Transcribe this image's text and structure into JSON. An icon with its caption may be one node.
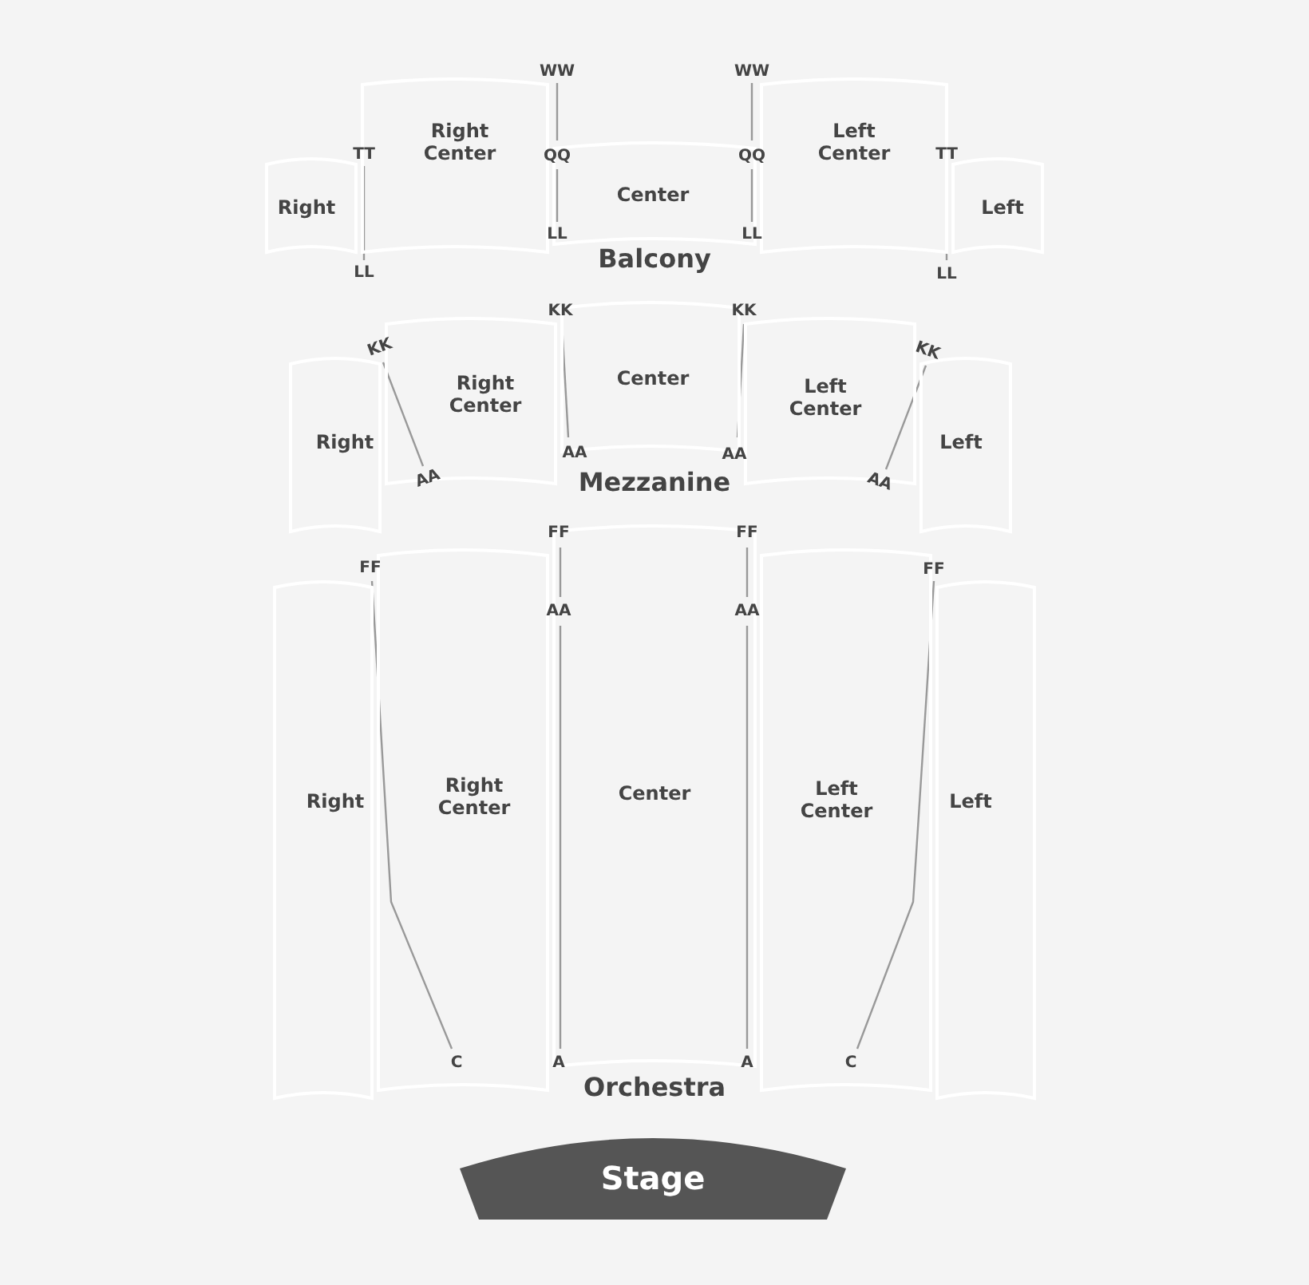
{
  "diagram": {
    "nodes": [
      {
        "text": [
          "Right"
        ]
      },
      {
        "text": [
          "Right Center"
        ]
      },
      {
        "text": [
          "Center"
        ]
      },
      {
        "text": [
          "Left Center"
        ]
      },
      {
        "text": [
          "Left"
        ]
      },
      {
        "text": [
          "Right"
        ]
      },
      {
        "text": [
          "Right Center"
        ]
      },
      {
        "text": [
          "Center"
        ]
      },
      {
        "text": [
          "Left Center"
        ]
      },
      {
        "text": [
          "Left"
        ]
      },
      {
        "text": [
          "Right"
        ]
      },
      {
        "text": [
          "Right Center"
        ]
      },
      {
        "text": [
          "Center"
        ]
      },
      {
        "text": [
          "Left Center"
        ]
      },
      {
        "text": [
          "Left"
        ]
      },
      {
        "text": [
          "Stage"
        ]
      }
    ],
    "edges": [],
    "labels": [
      "WW",
      "WW",
      "TT",
      "QQ",
      "QQ",
      "TT",
      "LL",
      "LL",
      "Balcony",
      "LL",
      "LL",
      "KK",
      "KK",
      "KK",
      "KK",
      "AA",
      "AA",
      "Mezzanine",
      "AA",
      "AA",
      "FF",
      "FF",
      "FF",
      "FF",
      "AA",
      "AA",
      "C",
      "A",
      "A",
      "C",
      "Orchestra"
    ]
  }
}
